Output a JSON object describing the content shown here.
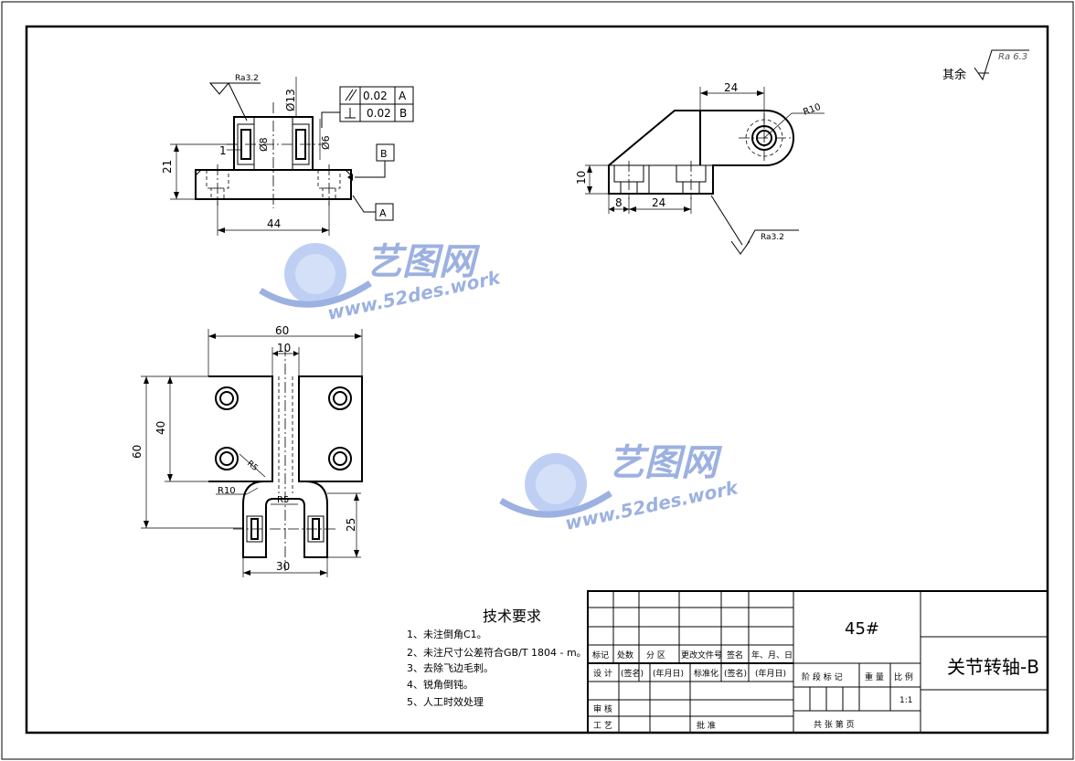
{
  "roughness": {
    "top_left": "Ra3.2",
    "top_right": "Ra3.2",
    "general_label": "其余",
    "general_value": "Ra 6.3"
  },
  "tolerances": {
    "parallel": {
      "value": "0.02",
      "datum": "A"
    },
    "perpendicular": {
      "value": "0.02",
      "datum": "B"
    },
    "datum_a": "A",
    "datum_b": "B"
  },
  "dims": {
    "front": {
      "d13": "Ø13",
      "d8": "Ø8",
      "d6": "Ø6",
      "one": "1",
      "h21": "21",
      "w44": "44"
    },
    "side": {
      "w24_top": "24",
      "r10": "R10",
      "h10": "10",
      "w8": "8",
      "w24_bottom": "24"
    },
    "top": {
      "w60": "60",
      "w10": "10",
      "h40": "40",
      "h60": "60",
      "r5a": "R5",
      "r10": "R10",
      "r5b": "R5",
      "h25": "25",
      "w30": "30"
    }
  },
  "watermark": {
    "brand": "艺图网",
    "url": "www.52des.work"
  },
  "tech_req": {
    "title": "技术要求",
    "items": [
      "1、未注倒角C1。",
      "2、未注尺寸公差符合GB/T 1804 - m。",
      "3、去除飞边毛刺。",
      "4、锐角倒钝。",
      "5、人工时效处理"
    ]
  },
  "title_block": {
    "material": "45#",
    "part_name": "关节转轴-B",
    "rev_headers": [
      "标记",
      "处数",
      "分 区",
      "更改文件号",
      "签名",
      "年、月、日"
    ],
    "design_row": [
      "设 计",
      "(签名)",
      "(年月日)",
      "标准化",
      "(签名)",
      "(年月日)"
    ],
    "review": "审 核",
    "process": "工 艺",
    "approve": "批 准",
    "stage_label": "阶 段 标 记",
    "weight_label": "重 量",
    "scale_label": "比 例",
    "scale_value": "1:1",
    "sheets_label": "共 张 第 页"
  }
}
